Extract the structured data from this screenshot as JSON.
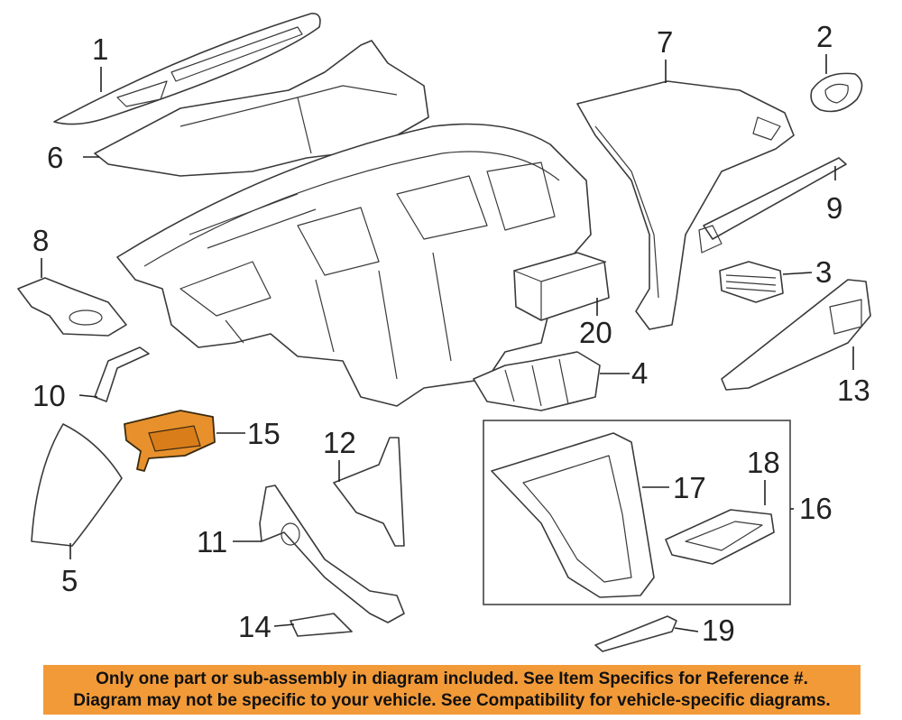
{
  "callouts": {
    "c1": "1",
    "c2": "2",
    "c3": "3",
    "c4": "4",
    "c5": "5",
    "c6": "6",
    "c7": "7",
    "c8": "8",
    "c9": "9",
    "c10": "10",
    "c11": "11",
    "c12": "12",
    "c13": "13",
    "c14": "14",
    "c15": "15",
    "c16": "16",
    "c17": "17",
    "c18": "18",
    "c19": "19",
    "c20": "20"
  },
  "highlighted_part": "15",
  "colors": {
    "highlight": "#e8912c",
    "banner": "#f29a38",
    "line": "#3a3a3a"
  },
  "notice": {
    "line1": "Only one part or sub-assembly in diagram included. See Item Specifics for Reference #.",
    "line2": "Diagram may not be specific to your vehicle. See Compatibility for vehicle-specific diagrams."
  }
}
